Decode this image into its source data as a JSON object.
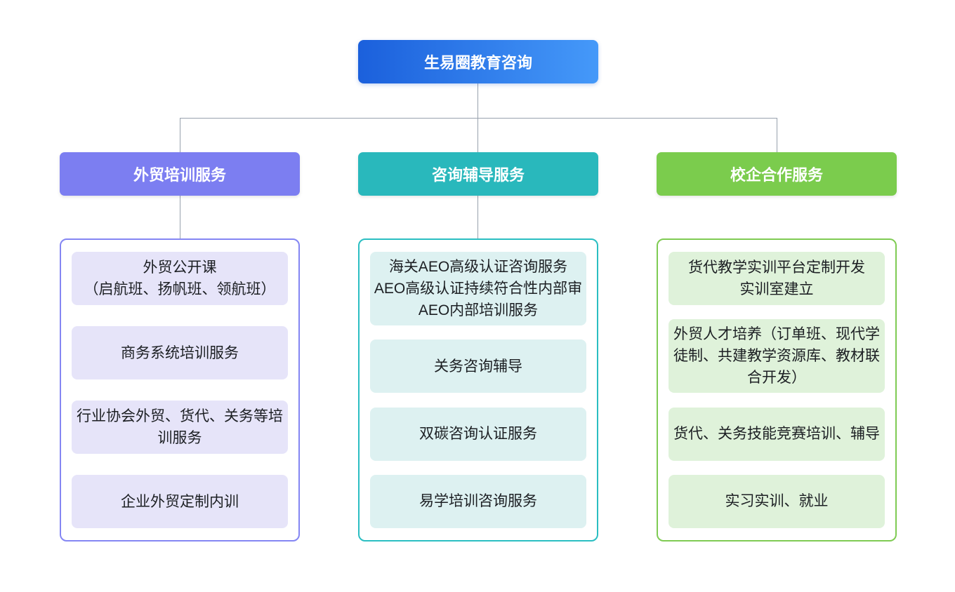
{
  "root": {
    "label": "生易圈教育咨询"
  },
  "colors": {
    "root_gradient_from": "#1b60dc",
    "root_gradient_to": "#4599f9",
    "connector": "#98a1ad",
    "branch1_header": "#7c7ef1",
    "branch1_border": "#8486f3",
    "branch1_item_bg": "#e6e4f9",
    "branch2_header": "#29b8bc",
    "branch2_border": "#2abec2",
    "branch2_item_bg": "#ddf1f1",
    "branch3_header": "#7bcc4d",
    "branch3_border": "#7fcb53",
    "branch3_item_bg": "#dff2da"
  },
  "branches": [
    {
      "header": "外贸培训服务",
      "items": [
        {
          "text": "外贸公开课\n（启航班、扬帆班、领航班）"
        },
        {
          "text": "商务系统培训服务"
        },
        {
          "text": "行业协会外贸、货代、关务等培训服务"
        },
        {
          "text": "企业外贸定制内训"
        }
      ]
    },
    {
      "header": "咨询辅导服务",
      "items": [
        {
          "text": "海关AEO高级认证咨询服务\nAEO高级认证持续符合性内部审\nAEO内部培训服务"
        },
        {
          "text": "关务咨询辅导"
        },
        {
          "text": "双碳咨询认证服务"
        },
        {
          "text": "易学培训咨询服务"
        }
      ]
    },
    {
      "header": "校企合作服务",
      "items": [
        {
          "text": "货代教学实训平台定制开发\n实训室建立"
        },
        {
          "text": "外贸人才培养（订单班、现代学徒制、共建教学资源库、教材联合开发）"
        },
        {
          "text": "货代、关务技能竞赛培训、辅导"
        },
        {
          "text": "实习实训、就业"
        }
      ]
    }
  ]
}
